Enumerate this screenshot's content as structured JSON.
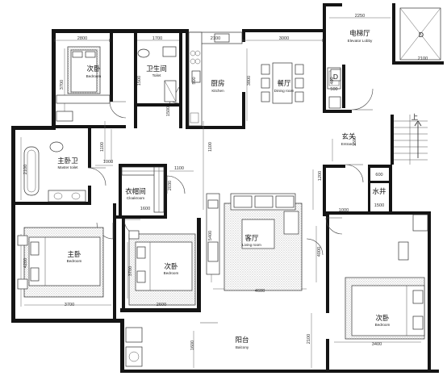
{
  "rooms": {
    "bedroom_top_left": {
      "zh": "次卧",
      "en": "Bedroom"
    },
    "toilet": {
      "zh": "卫生间",
      "en": "Toilet"
    },
    "kitchen": {
      "zh": "厨房",
      "en": "Kitchen"
    },
    "dining": {
      "zh": "餐厅",
      "en": "Dining room"
    },
    "elevator_lobby": {
      "zh": "电梯厅",
      "en": "Elevator Lobby"
    },
    "entrance": {
      "zh": "玄关",
      "en": "Entrance"
    },
    "master_toilet": {
      "zh": "主卧卫",
      "en": "Master toilet"
    },
    "cloakroom": {
      "zh": "衣帽间",
      "en": "Cloakroom"
    },
    "water_well": {
      "zh": "水井",
      "en": ""
    },
    "master_bedroom": {
      "zh": "主卧",
      "en": "Bedroom"
    },
    "bedroom_middle": {
      "zh": "次卧",
      "en": "Bedroom"
    },
    "living_room": {
      "zh": "客厅",
      "en": "Living room"
    },
    "bedroom_right": {
      "zh": "次卧",
      "en": "Bedroom"
    },
    "balcony": {
      "zh": "阳台",
      "en": "Balcony"
    }
  },
  "dimensions": {
    "top_left_width": "2800",
    "toilet_width": "1700",
    "kitchen_width": "2100",
    "dining_width": "3000",
    "elevator_width": "2250",
    "bedroom_tl_height": "3700",
    "kitchen_height": "3800",
    "toilet_1500": "1500",
    "kitchen_side_1500": "1500",
    "shaft_500": "500",
    "shaft_400": "400",
    "corridor_1100": "1100",
    "hall_1000": "1000",
    "cloak_1100": "1100",
    "master_toilet_2100": "2100",
    "entrance_1500": "1500",
    "entrance_1100": "1100",
    "living_1200": "1200",
    "well_600": "600",
    "well_1500": "1500",
    "cloak_1600": "1600",
    "cloak_2030": "2030",
    "master_height": "4200",
    "master_width": "3700",
    "mid_bed_height": "3700",
    "mid_bed_width": "2600",
    "living_height": "5400",
    "living_width": "4600",
    "right_4000": "4000",
    "right_1000": "1000",
    "right_bed_width": "3400",
    "balcony_1600": "1600",
    "balcony_2100": "2100",
    "lobby_2100": "2100"
  },
  "symbols": {
    "elevator_d_large": "D",
    "elevator_d_small": "D",
    "stair_up": "上"
  },
  "colors": {
    "wall": "#141414",
    "line": "#222222",
    "background": "#ffffff"
  }
}
